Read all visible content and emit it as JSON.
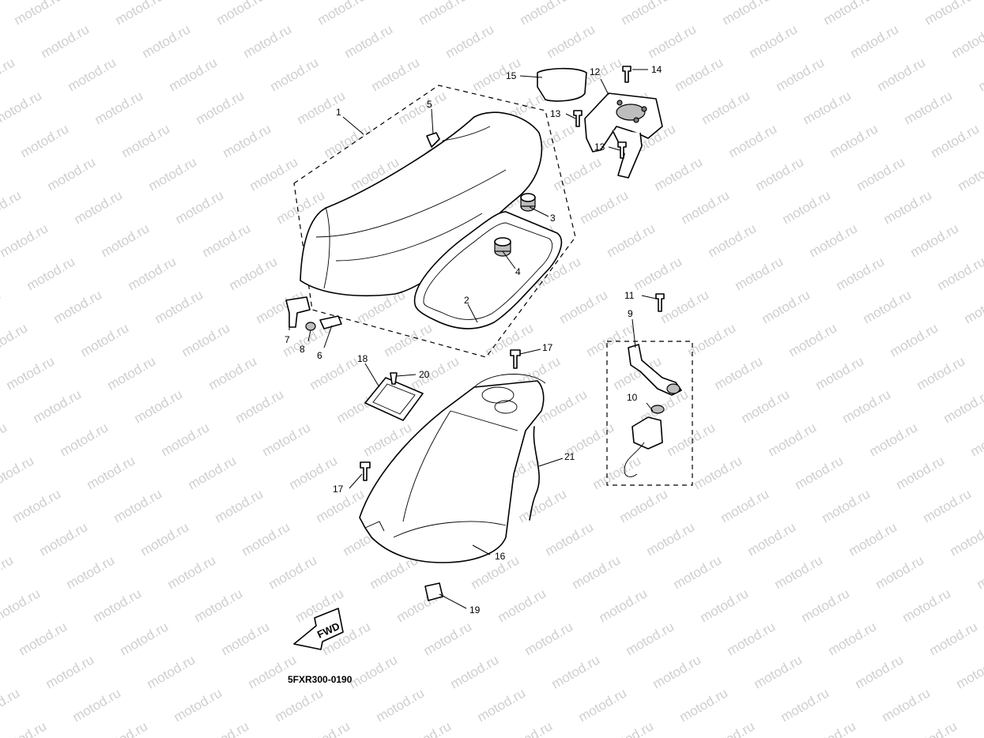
{
  "watermark": "motod.ru",
  "diagram_code": "5FXR300-0190",
  "fwd_label": "FWD",
  "callouts": {
    "c1": "1",
    "c2": "2",
    "c3": "3",
    "c4": "4",
    "c5": "5",
    "c6": "6",
    "c7": "7",
    "c8": "8",
    "c9": "9",
    "c10": "10",
    "c11": "11",
    "c12": "12",
    "c13a": "13",
    "c13b": "13",
    "c14": "14",
    "c15": "15",
    "c16": "16",
    "c17a": "17",
    "c17b": "17",
    "c18": "18",
    "c19": "19",
    "c20": "20",
    "c21": "21"
  }
}
